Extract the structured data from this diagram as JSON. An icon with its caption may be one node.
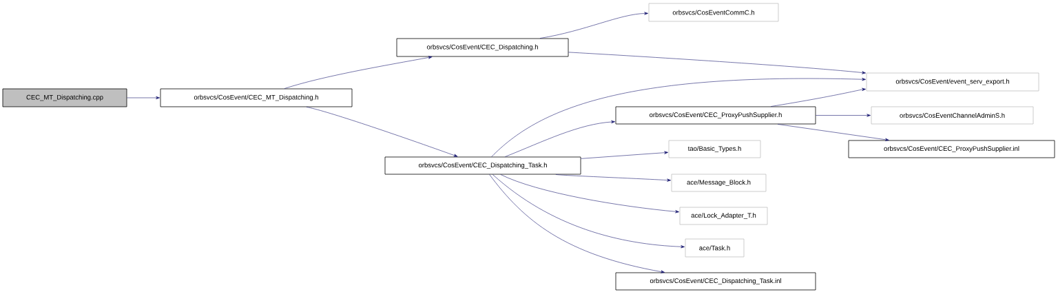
{
  "diagram": {
    "nodes": [
      {
        "text": [
          "CEC_MT_Dispatching.cpp"
        ]
      },
      {
        "text": [
          "orbsvcs/CosEvent/CEC_MT_Dispatching.h"
        ]
      },
      {
        "text": [
          "orbsvcs/CosEvent/CEC_Dispatching.h"
        ]
      },
      {
        "text": [
          "orbsvcs/CosEventCommC.h"
        ]
      },
      {
        "text": [
          "orbsvcs/CosEvent/event_serv_export.h"
        ]
      },
      {
        "text": [
          "orbsvcs/CosEvent/CEC_Dispatching_Task.h"
        ]
      },
      {
        "text": [
          "orbsvcs/CosEvent/CEC_ProxyPushSupplier.h"
        ]
      },
      {
        "text": [
          "orbsvcs/CosEventChannelAdminS.h"
        ]
      },
      {
        "text": [
          "orbsvcs/CosEvent/CEC_ProxyPushSupplier.inl"
        ]
      },
      {
        "text": [
          "tao/Basic_Types.h"
        ]
      },
      {
        "text": [
          "ace/Message_Block.h"
        ]
      },
      {
        "text": [
          "ace/Lock_Adapter_T.h"
        ]
      },
      {
        "text": [
          "ace/Task.h"
        ]
      },
      {
        "text": [
          "orbsvcs/CosEvent/CEC_Dispatching_Task.inl"
        ]
      }
    ],
    "edges": [
      {
        "from": 0,
        "to": 1,
        "arrow": "to"
      },
      {
        "from": 1,
        "to": 2,
        "arrow": "to"
      },
      {
        "from": 1,
        "to": 5,
        "arrow": "to"
      },
      {
        "from": 2,
        "to": 3,
        "arrow": "to"
      },
      {
        "from": 2,
        "to": 4,
        "arrow": "to"
      },
      {
        "from": 5,
        "to": 4,
        "arrow": "to"
      },
      {
        "from": 5,
        "to": 6,
        "arrow": "to"
      },
      {
        "from": 6,
        "to": 4,
        "arrow": "to"
      },
      {
        "from": 6,
        "to": 7,
        "arrow": "to"
      },
      {
        "from": 6,
        "to": 8,
        "arrow": "to"
      },
      {
        "from": 5,
        "to": 9,
        "arrow": "to"
      },
      {
        "from": 5,
        "to": 10,
        "arrow": "to"
      },
      {
        "from": 5,
        "to": 11,
        "arrow": "to"
      },
      {
        "from": 5,
        "to": 12,
        "arrow": "to"
      },
      {
        "from": 5,
        "to": 13,
        "arrow": "to"
      }
    ]
  }
}
